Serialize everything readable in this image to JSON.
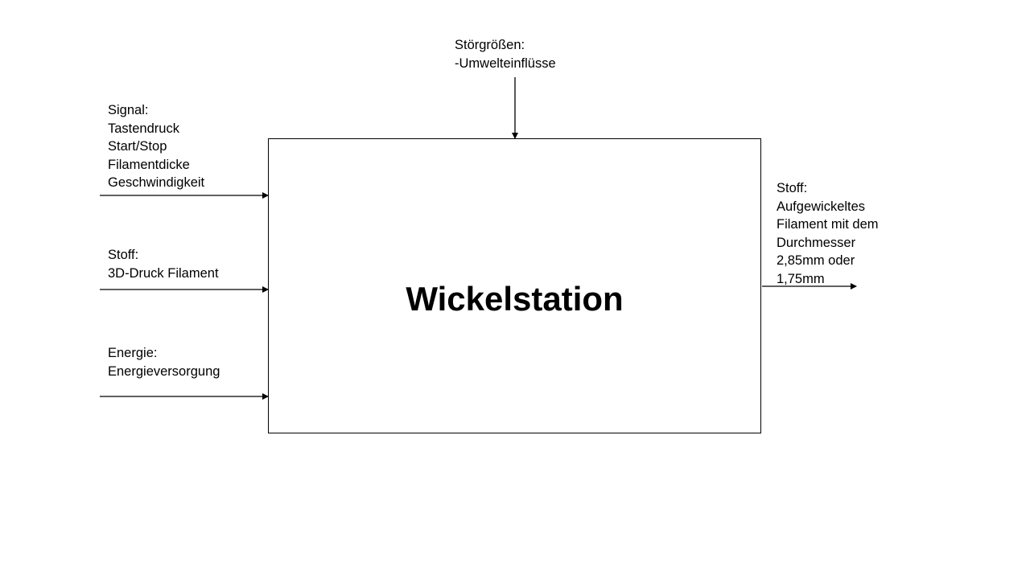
{
  "block": {
    "title": "Wickelstation"
  },
  "disturbance": {
    "heading": "Störgrößen:",
    "lines": [
      "-Umwelteinflüsse"
    ]
  },
  "inputs": {
    "signal": {
      "heading": "Signal:",
      "lines": [
        "Tastendruck",
        "Start/Stop",
        "Filamentdicke",
        "Geschwindigkeit"
      ]
    },
    "material": {
      "heading": "Stoff:",
      "lines": [
        "3D-Druck Filament"
      ]
    },
    "energy": {
      "heading": "Energie:",
      "lines": [
        "Energieversorgung"
      ]
    }
  },
  "output": {
    "material": {
      "heading": "Stoff:",
      "lines": [
        "Aufgewickeltes",
        "Filament mit dem",
        "Durchmesser",
        "2,85mm oder",
        "1,75mm"
      ]
    }
  }
}
